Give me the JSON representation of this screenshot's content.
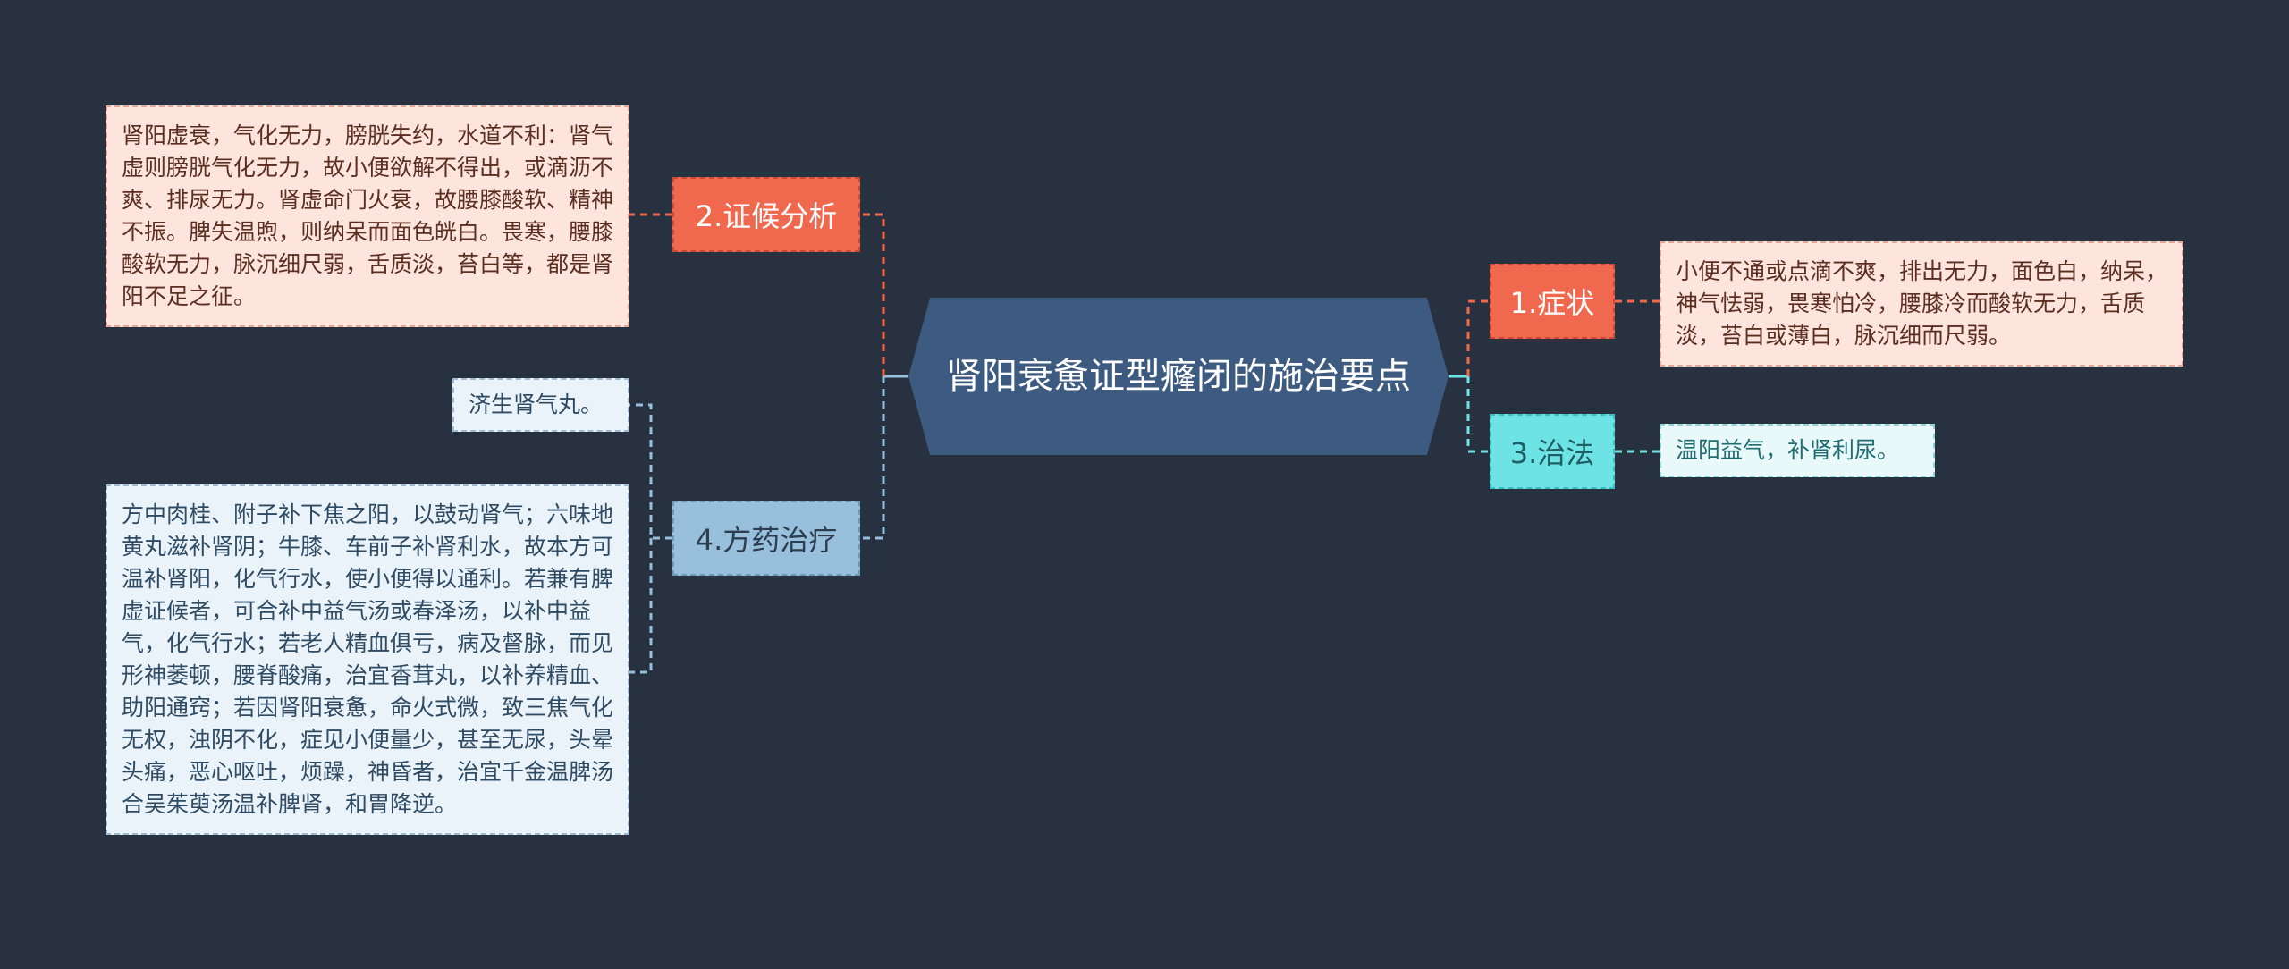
{
  "center": {
    "title": "肾阳衰惫证型癃闭的施治要点"
  },
  "branches": {
    "b1": {
      "label": "1.症状",
      "leaf": "小便不通或点滴不爽，排出无力，面色白，纳呆，神气怯弱，畏寒怕冷，腰膝冷而酸软无力，舌质淡，苔白或薄白，脉沉细而尺弱。"
    },
    "b2": {
      "label": "2.证候分析",
      "leaf": "肾阳虚衰，气化无力，膀胱失约，水道不利：肾气虚则膀胱气化无力，故小便欲解不得出，或滴沥不爽、排尿无力。肾虚命门火衰，故腰膝酸软、精神不振。脾失温煦，则纳呆而面色㿠白。畏寒，腰膝酸软无力，脉沉细尺弱，舌质淡，苔白等，都是肾阳不足之征。"
    },
    "b3": {
      "label": "3.治法",
      "leaf": "温阳益气，补肾利尿。"
    },
    "b4": {
      "label": "4.方药治疗",
      "leaf1": "济生肾气丸。",
      "leaf2": "方中肉桂、附子补下焦之阳，以鼓动肾气；六味地黄丸滋补肾阴；牛膝、车前子补肾利水，故本方可温补肾阳，化气行水，使小便得以通利。若兼有脾虚证候者，可合补中益气汤或春泽汤，以补中益气，化气行水；若老人精血俱亏，病及督脉，而见形神萎顿，腰脊酸痛，治宜香茸丸，以补养精血、助阳通窍；若因肾阳衰惫，命火式微，致三焦气化无权，浊阴不化，症见小便量少，甚至无尿，头晕头痛，恶心呕吐，烦躁，神昏者，治宜千金温脾汤合吴茱萸汤温补脾肾，和胃降逆。"
    }
  },
  "colors": {
    "background": "#283140",
    "center": "#3d5a80",
    "red": "#f0694e",
    "blue": "#98bfdb",
    "cyan": "#6ee3e6"
  }
}
